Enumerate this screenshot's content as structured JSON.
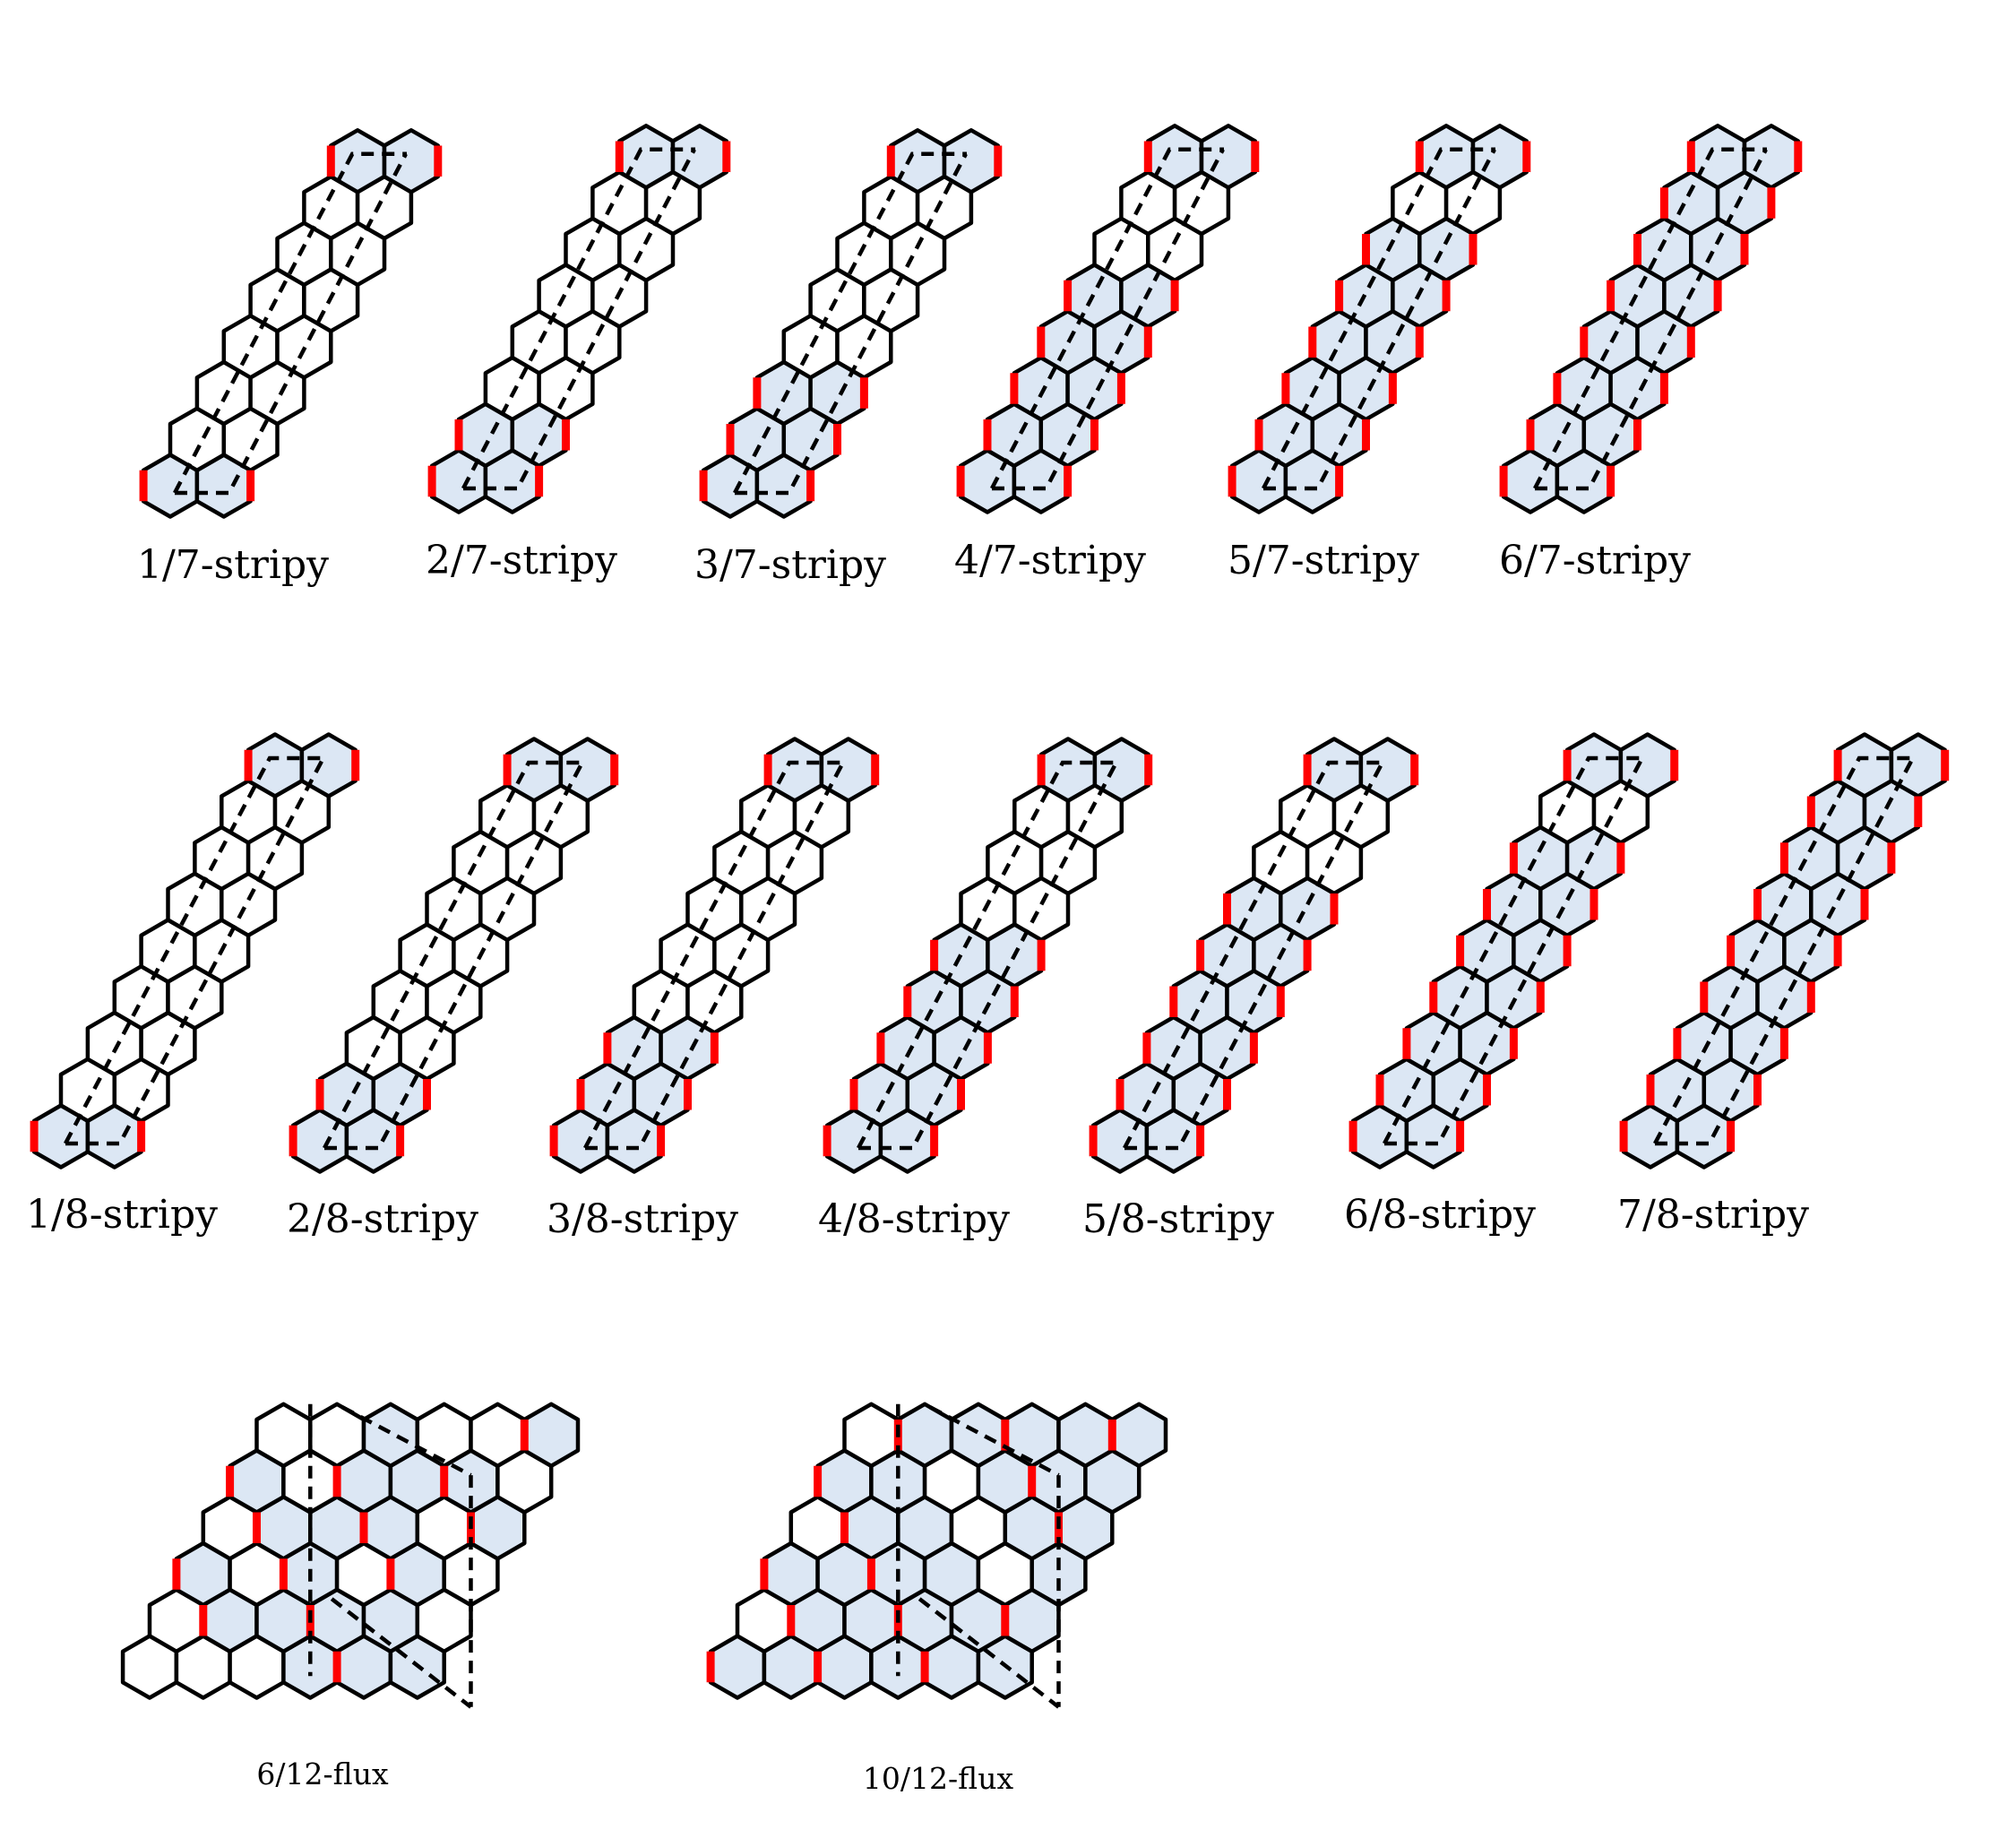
{
  "colors": {
    "hex_fill": "#dce7f4",
    "hex_empty": "#ffffff",
    "hex_stroke": "#000000",
    "flux_bond": "#ff0000",
    "dashed_cell": "#000000"
  },
  "figure": {
    "rows": [
      {
        "name": "seven-site-stripy-row",
        "panels": [
          {
            "label": "1/7-stripy",
            "numerator": 1,
            "length": 7
          },
          {
            "label": "2/7-stripy",
            "numerator": 2,
            "length": 7
          },
          {
            "label": "3/7-stripy",
            "numerator": 3,
            "length": 7
          },
          {
            "label": "4/7-stripy",
            "numerator": 4,
            "length": 7
          },
          {
            "label": "5/7-stripy",
            "numerator": 5,
            "length": 7
          },
          {
            "label": "6/7-stripy",
            "numerator": 6,
            "length": 7
          }
        ]
      },
      {
        "name": "eight-site-stripy-row",
        "panels": [
          {
            "label": "1/8-stripy",
            "numerator": 1,
            "length": 8
          },
          {
            "label": "2/8-stripy",
            "numerator": 2,
            "length": 8
          },
          {
            "label": "3/8-stripy",
            "numerator": 3,
            "length": 8
          },
          {
            "label": "4/8-stripy",
            "numerator": 4,
            "length": 8
          },
          {
            "label": "5/8-stripy",
            "numerator": 5,
            "length": 8
          },
          {
            "label": "6/8-stripy",
            "numerator": 6,
            "length": 8
          },
          {
            "label": "7/8-stripy",
            "numerator": 7,
            "length": 8
          }
        ]
      },
      {
        "name": "flux-row",
        "panels": [
          {
            "label": "6/12-flux",
            "numerator": 6,
            "length": 12
          },
          {
            "label": "10/12-flux",
            "numerator": 10,
            "length": 12
          }
        ]
      }
    ]
  }
}
